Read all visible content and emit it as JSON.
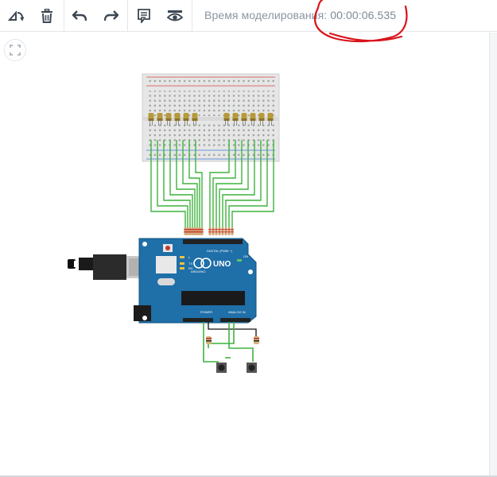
{
  "toolbar": {
    "icons": [
      "rotate-icon",
      "delete-icon",
      "undo-icon",
      "redo-icon",
      "notes-icon",
      "visibility-icon"
    ],
    "sim_time_label": "Время моделирования:",
    "sim_time_value": "00:00:06.535"
  },
  "board": {
    "brand": "UNO",
    "subtitle": "ARDUINO",
    "digital_label": "DIGITAL (PWM ~)",
    "power_label": "POWER",
    "analog_label": "ANALOG IN",
    "tx_label": "TX",
    "rx_label": "RX",
    "l_label": "L",
    "on_label": "ON"
  },
  "colors": {
    "wire": "#3fb23f",
    "board": "#1f6fa8",
    "annotation": "#d9141b"
  }
}
